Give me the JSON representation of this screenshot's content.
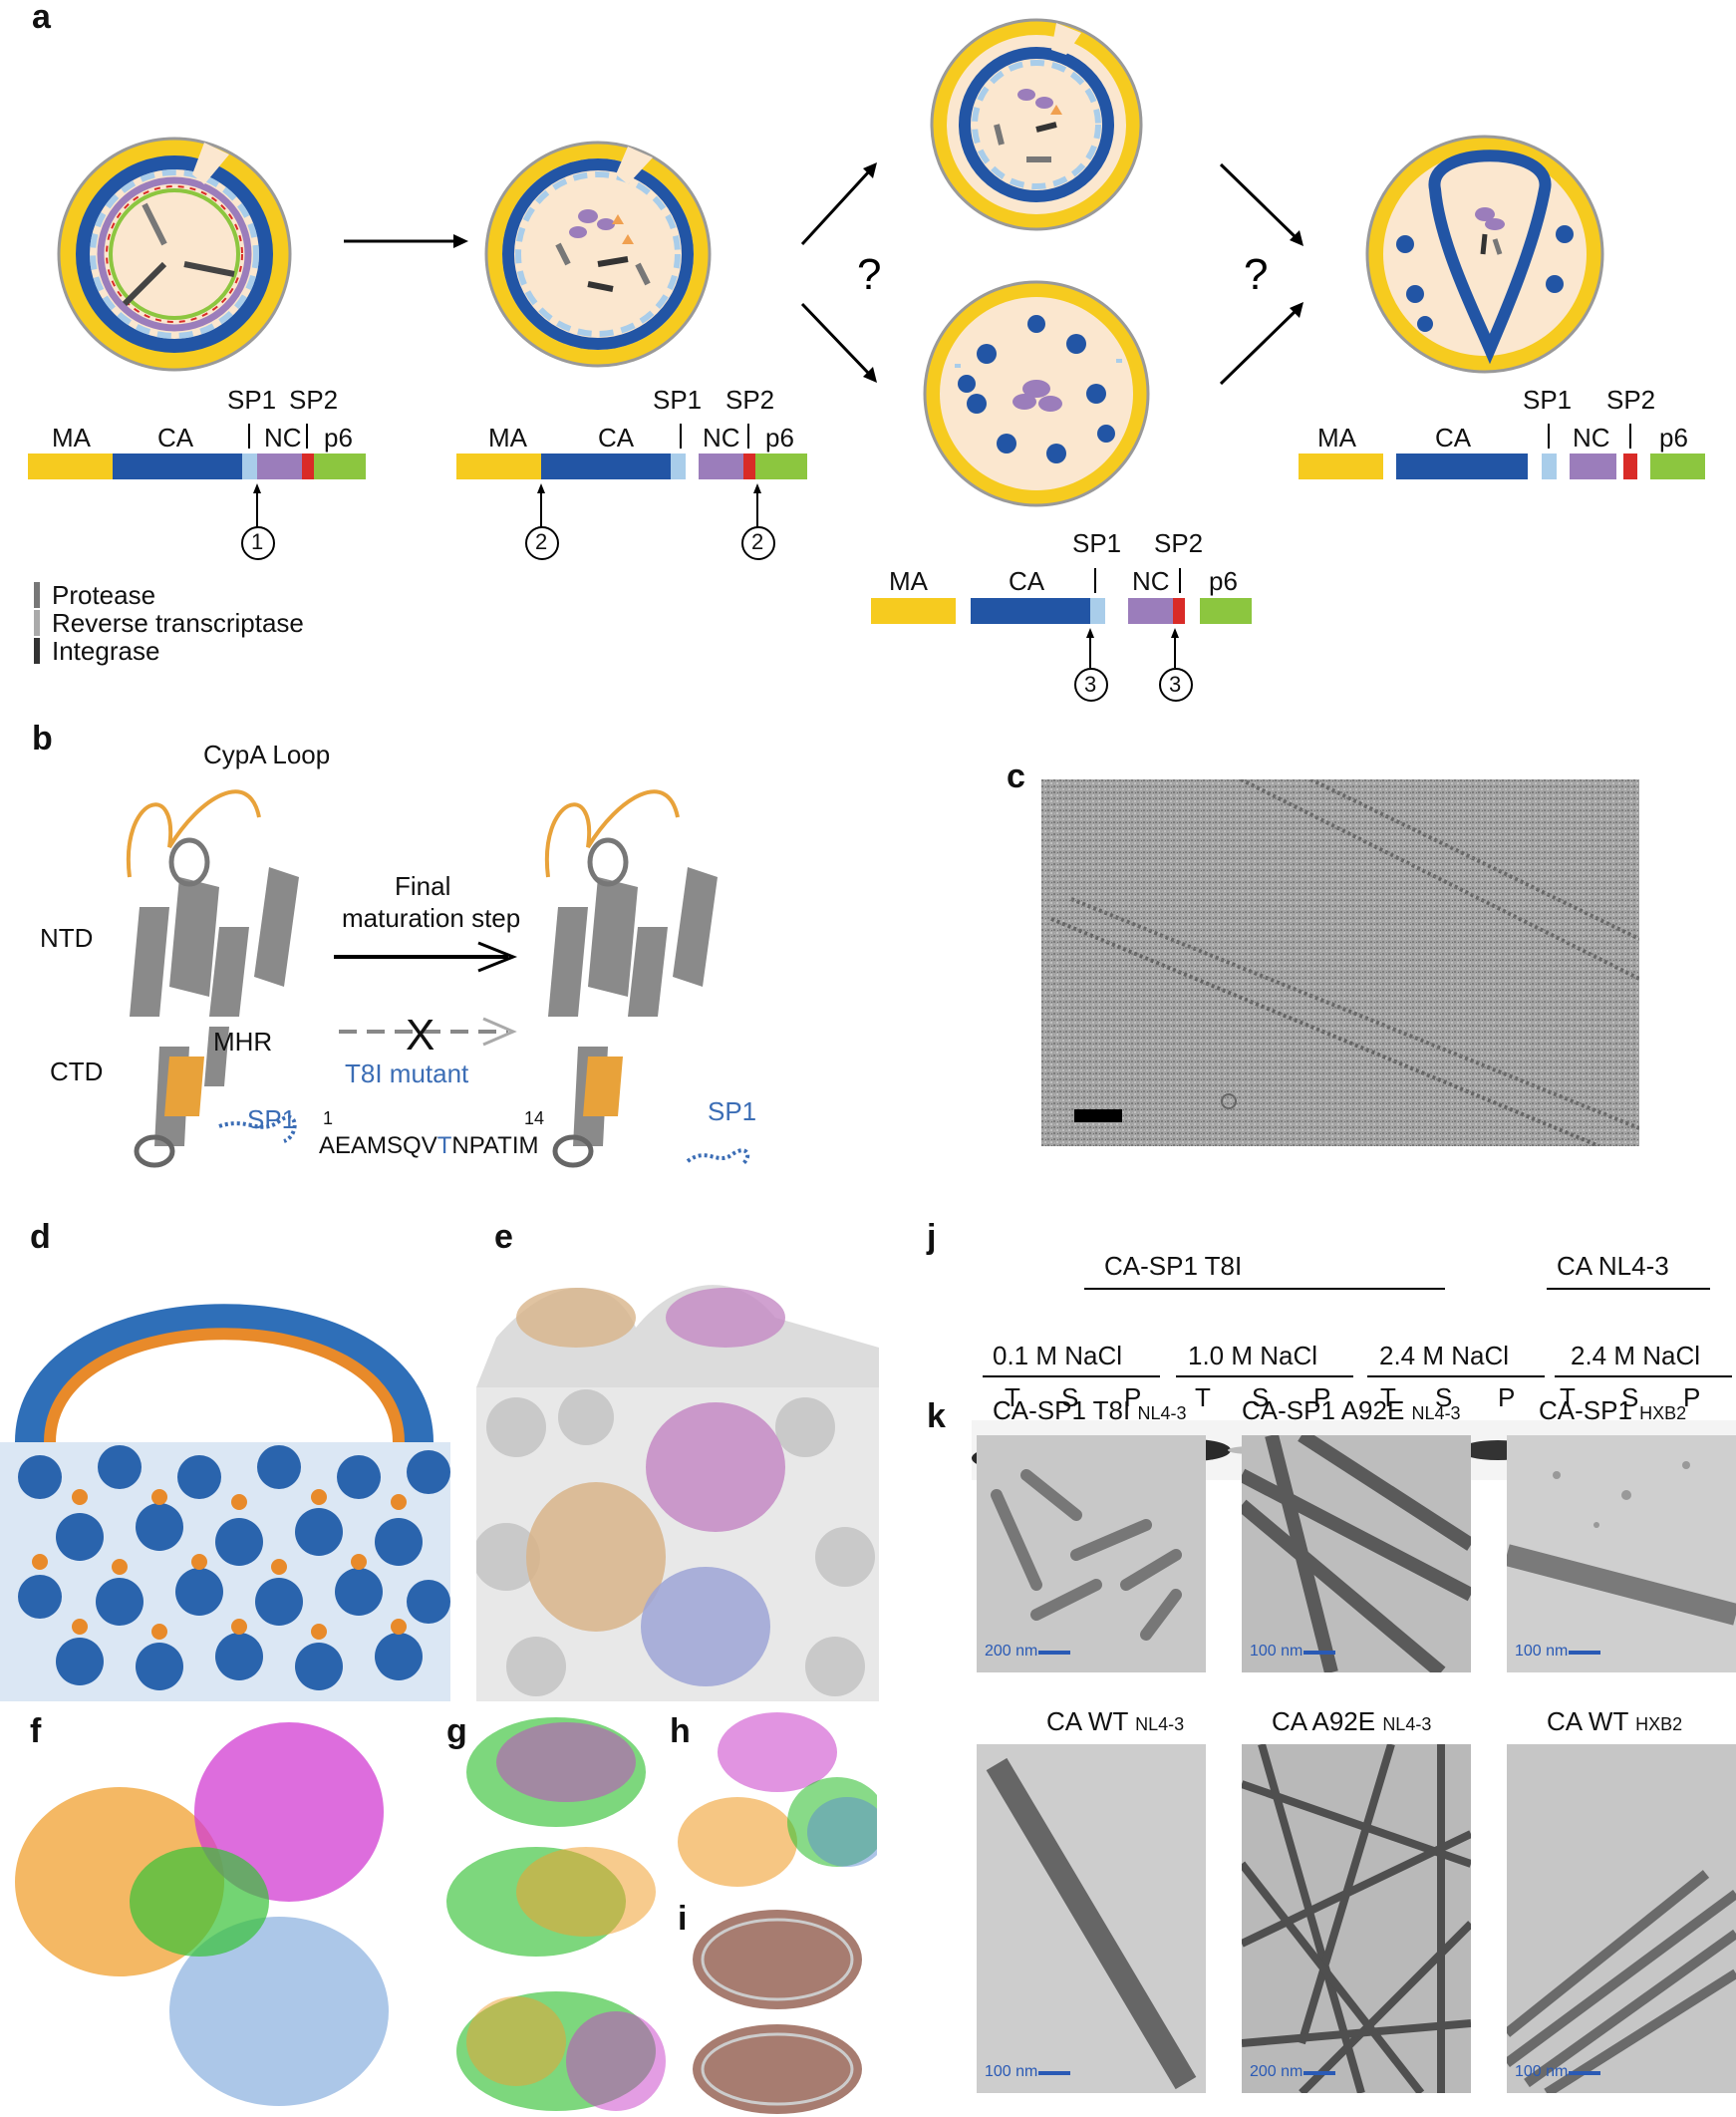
{
  "panels": {
    "a": "a",
    "b": "b",
    "c": "c",
    "d": "d",
    "e": "e",
    "f": "f",
    "g": "g",
    "h": "h",
    "i": "i",
    "j": "j",
    "k": "k"
  },
  "a": {
    "gag1": {
      "MA": "MA",
      "CA": "CA",
      "SP1": "SP1",
      "SP2": "SP2",
      "NC": "NC",
      "p6": "p6",
      "site": "1"
    },
    "gag2": {
      "MA": "MA",
      "CA": "CA",
      "SP1": "SP1",
      "SP2": "SP2",
      "NC": "NC",
      "p6": "p6",
      "site_left": "2",
      "site_right": "2"
    },
    "gag3": {
      "MA": "MA",
      "CA": "CA",
      "SP1": "SP1",
      "SP2": "SP2",
      "NC": "NC",
      "p6": "p6",
      "site_left": "3",
      "site_right": "3"
    },
    "gag4": {
      "MA": "MA",
      "CA": "CA",
      "SP1": "SP1",
      "SP2": "SP2",
      "NC": "NC",
      "p6": "p6"
    },
    "question_top": "?",
    "question_bottom": "?",
    "legend": [
      "Protease",
      "Reverse transcriptase",
      "Integrase"
    ],
    "colors": {
      "MA": "#f6cb1f",
      "CA": "#2255a5",
      "SP1": "#a9cdea",
      "NC": "#9b7dbb",
      "SP2": "#d92b27",
      "p6": "#8cc63f",
      "interior": "#fbe7cf",
      "ring_gray": "#888888"
    }
  },
  "b": {
    "cypa": "CypA Loop",
    "ntd": "NTD",
    "ctd": "CTD",
    "mhr": "MHR",
    "sp1_left": "SP1",
    "sp1_right": "SP1",
    "arrow_label_1": "Final",
    "arrow_label_2": "maturation step",
    "mutant": "T8I mutant",
    "x_mark": "X",
    "seq_start": "1",
    "seq_end": "14",
    "seq_pre": "AEAMSQV",
    "seq_mut": "T",
    "seq_post": "NPATIM"
  },
  "j": {
    "group1": "CA-SP1 T8I",
    "group2": "CA NL4-3",
    "conds": [
      "0.1 M NaCl",
      "1.0 M NaCl",
      "2.4 M NaCl",
      "2.4 M NaCl"
    ],
    "lanes": [
      "T",
      "S",
      "P",
      "T",
      "S",
      "P",
      "T",
      "S",
      "P",
      "T",
      "S",
      "P"
    ]
  },
  "k": {
    "titles_top": [
      {
        "main": "CA-SP1 T8I",
        "sub": "NL4-3"
      },
      {
        "main": "CA-SP1 A92E",
        "sub": "NL4-3"
      },
      {
        "main": "CA-SP1",
        "sub": "HXB2"
      }
    ],
    "titles_bottom": [
      {
        "main": "CA WT",
        "sub": "NL4-3"
      },
      {
        "main": "CA A92E",
        "sub": "NL4-3"
      },
      {
        "main": "CA WT",
        "sub": "HXB2"
      }
    ],
    "scales_top": [
      "200 nm",
      "100 nm",
      "100 nm"
    ],
    "scales_bottom": [
      "100 nm",
      "200 nm",
      "100 nm"
    ]
  }
}
